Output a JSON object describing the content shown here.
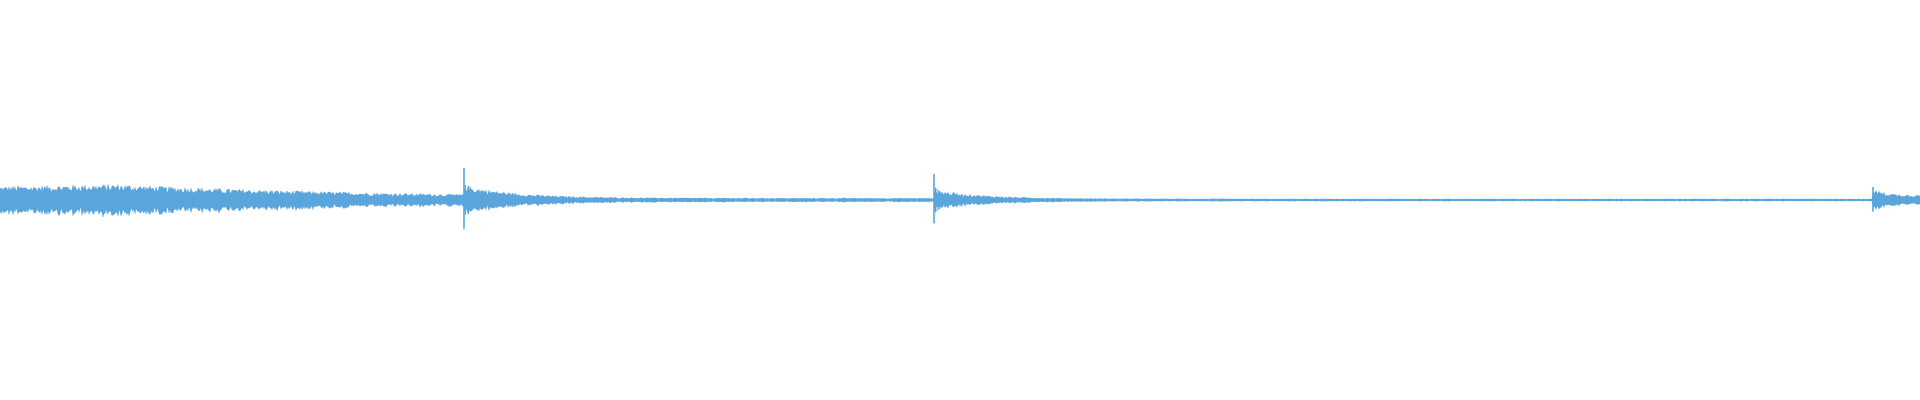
{
  "waveform": {
    "color": "#5aa5dc",
    "background": "#ffffff",
    "onset_fractions": [
      0.0,
      0.2418,
      0.4865,
      0.9755
    ],
    "segments": [
      {
        "start": 0.0,
        "end": 0.2418,
        "attack": 0.055,
        "peak": 0.055,
        "decay": 0.6,
        "tail": 0.006
      },
      {
        "start": 0.2418,
        "end": 0.4865,
        "attack": 0.16,
        "peak": 0.05,
        "decay": 0.45,
        "tail": 0.007
      },
      {
        "start": 0.4865,
        "end": 0.9755,
        "attack": 0.13,
        "peak": 0.035,
        "decay": 0.22,
        "tail": 0.004
      },
      {
        "start": 0.9755,
        "end": 1.0,
        "attack": 0.065,
        "peak": 0.025,
        "decay": 0.9,
        "tail": 0.02
      }
    ]
  }
}
